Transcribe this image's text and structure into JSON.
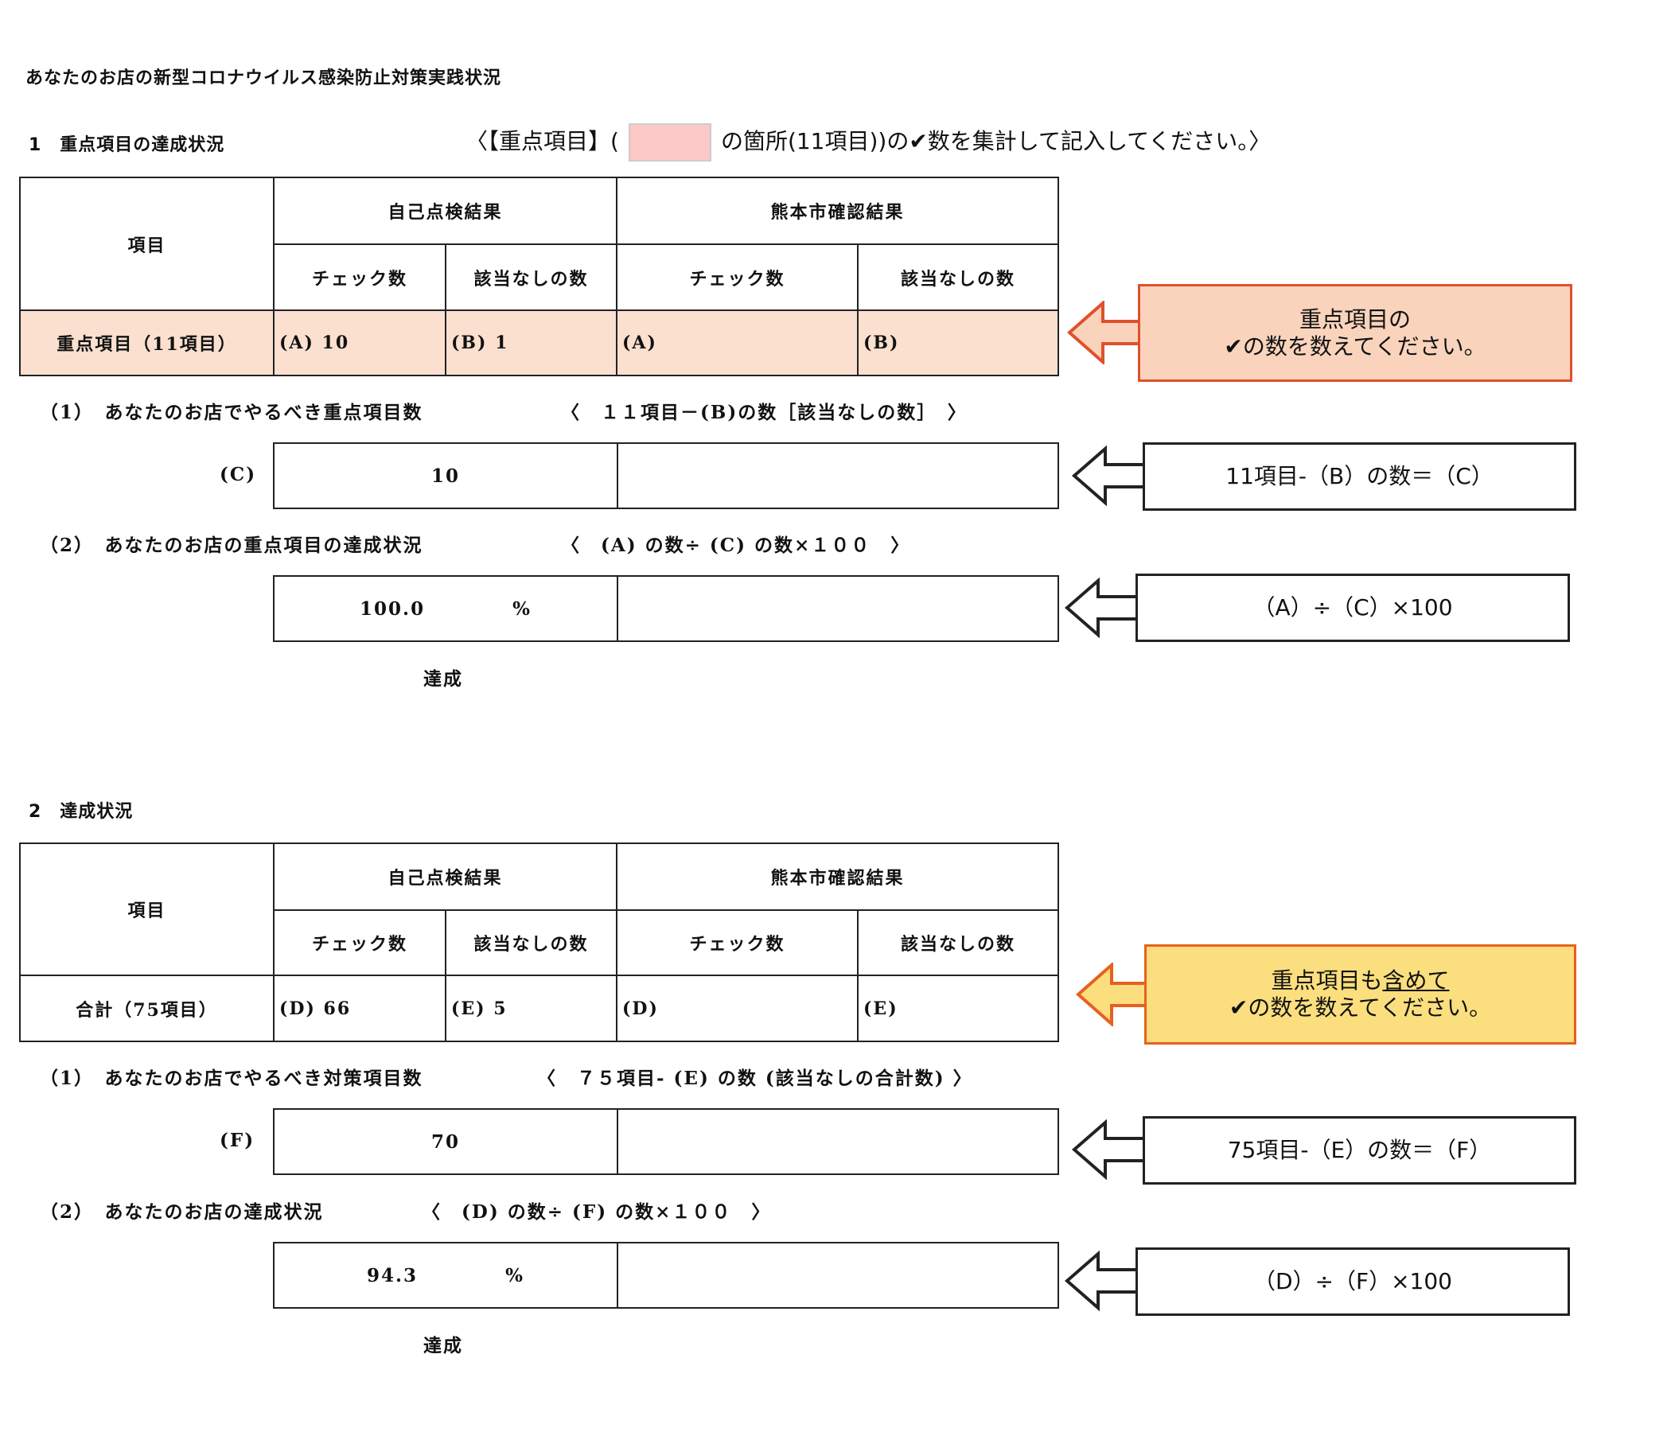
{
  "title": "あなたのお店の新型コロナウイルス感染防止対策実践状況",
  "section1": {
    "heading": "1　重点項目の達成状況",
    "instruction_pre": "〈【重点項目】(",
    "instruction_post": "の箇所(11項目))の✔数を集計して記入してください。〉",
    "highlight_color": "#fcc8c8",
    "table": {
      "item_header": "項目",
      "group_self": "自己点検結果",
      "group_city": "熊本市確認結果",
      "col_check": "チェック数",
      "col_na": "該当なしの数",
      "row_label": "重点項目（11項目）",
      "self_check": "(A)  10",
      "self_na": "(B)  1",
      "city_check": "(A)",
      "city_na": "(B)"
    },
    "q1_label": "（1）　あなたのお店でやるべき重点項目数",
    "q1_formula": "〈　１１項目－(B)の数［該当なしの数］　〉",
    "c_label": "(C)",
    "c_value": "10",
    "q2_label": "（2）　あなたのお店の重点項目の達成状況",
    "q2_formula": "〈　(A) の数÷ (C) の数×１００　〉",
    "pct_value": "100.0",
    "pct_unit": "%",
    "result": "達成",
    "callouts": {
      "main_line1": "重点項目の",
      "main_line2": "✔の数を数えてください。",
      "c_formula": "11項目-（B）の数＝（C）",
      "pct_formula": "（A）÷（C）×100"
    }
  },
  "section2": {
    "heading": "2　達成状況",
    "table": {
      "item_header": "項目",
      "group_self": "自己点検結果",
      "group_city": "熊本市確認結果",
      "col_check": "チェック数",
      "col_na": "該当なしの数",
      "row_label": "合計（75項目）",
      "self_check": "(D)  66",
      "self_na": "(E)  5",
      "city_check": "(D)",
      "city_na": "(E)"
    },
    "q1_label": "（1）　あなたのお店でやるべき対策項目数",
    "q1_formula": "〈　７５項目- (E) の数 (該当なしの合計数) 〉",
    "f_label": "(F)",
    "f_value": "70",
    "q2_label": "（2）　あなたのお店の達成状況",
    "q2_formula": "〈　(D) の数÷ (F) の数×１００　〉",
    "pct_value": "94.3",
    "pct_unit": "%",
    "result": "達成",
    "callouts": {
      "main_line1_pre": "重点項目も",
      "main_line1_underlined": "含めて",
      "main_line2": "✔の数を数えてください。",
      "f_formula": "75項目-（E）の数＝（F）",
      "pct_formula": "（D）÷（F）×100"
    }
  },
  "colors": {
    "orange_fill": "#f9d3bc",
    "orange_border": "#e0502a",
    "yellow_fill": "#fbde7e",
    "yellow_border": "#e8601e"
  }
}
